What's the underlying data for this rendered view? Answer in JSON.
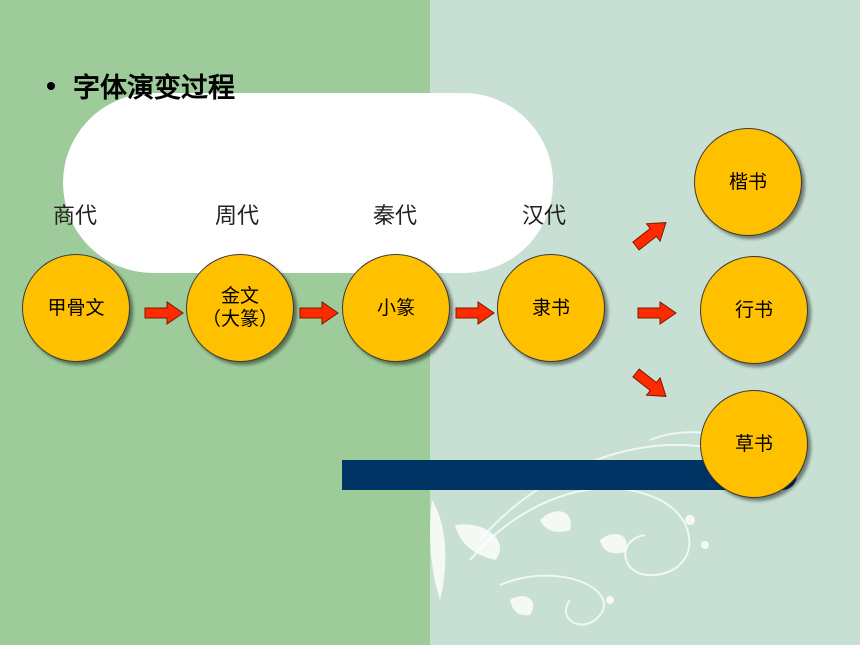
{
  "heading": "字体演变过程",
  "eras": [
    "商代",
    "周代",
    "秦代",
    "汉代"
  ],
  "nodes": {
    "jiaguwen": "甲骨文",
    "jinwen_line1": "金文",
    "jinwen_line2": "（大篆）",
    "xiaozhuan": "小篆",
    "lishu": "隶书",
    "kaishu": "楷书",
    "xingshu": "行书",
    "caoshu": "草书"
  },
  "colors": {
    "node_fill": "#ffc000",
    "arrow_fill": "#ff2a00",
    "left_bg": "#9dcc9a",
    "right_bg": "#c8e0d3",
    "bar": "#003465"
  }
}
